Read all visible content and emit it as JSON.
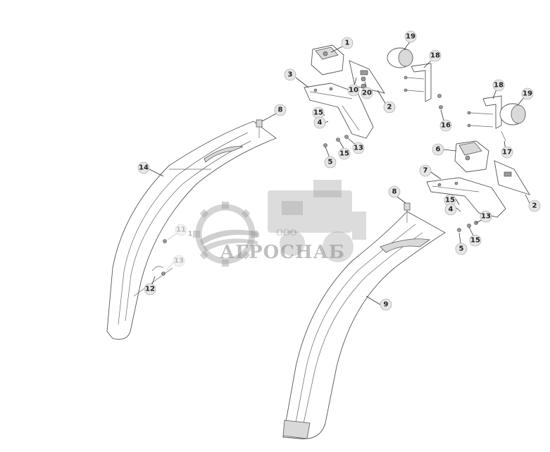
{
  "watermark": {
    "prefix": "ООО",
    "name": "АГРОСНАБ"
  },
  "callouts": [
    {
      "id": "c1",
      "label": "1"
    },
    {
      "id": "c19a",
      "label": "19"
    },
    {
      "id": "c18a",
      "label": "18"
    },
    {
      "id": "c3",
      "label": "3"
    },
    {
      "id": "c10",
      "label": "10"
    },
    {
      "id": "c20",
      "label": "20"
    },
    {
      "id": "c2a",
      "label": "2"
    },
    {
      "id": "c8a",
      "label": "8"
    },
    {
      "id": "c15a",
      "label": "15"
    },
    {
      "id": "c4a",
      "label": "4"
    },
    {
      "id": "c16",
      "label": "16"
    },
    {
      "id": "c18b",
      "label": "18"
    },
    {
      "id": "c19b",
      "label": "19"
    },
    {
      "id": "c13a",
      "label": "13"
    },
    {
      "id": "c15b",
      "label": "15"
    },
    {
      "id": "c5a",
      "label": "5"
    },
    {
      "id": "c17",
      "label": "17"
    },
    {
      "id": "c14",
      "label": "14"
    },
    {
      "id": "c6",
      "label": "6"
    },
    {
      "id": "c7",
      "label": "7"
    },
    {
      "id": "c8b",
      "label": "8"
    },
    {
      "id": "c2b",
      "label": "2"
    },
    {
      "id": "c11",
      "label": "11",
      "faded": true
    },
    {
      "id": "c1b",
      "label": "1",
      "faded": true
    },
    {
      "id": "c15c",
      "label": "15"
    },
    {
      "id": "c4b",
      "label": "4"
    },
    {
      "id": "c13b",
      "label": "13",
      "faded": true
    },
    {
      "id": "c12",
      "label": "12"
    },
    {
      "id": "c13c",
      "label": "13"
    },
    {
      "id": "c15d",
      "label": "15"
    },
    {
      "id": "c5b",
      "label": "5"
    },
    {
      "id": "c9",
      "label": "9"
    }
  ]
}
